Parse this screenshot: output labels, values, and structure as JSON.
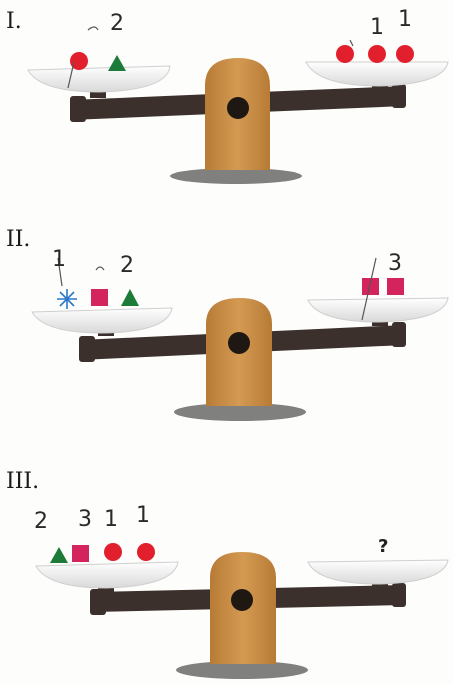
{
  "panels": [
    {
      "label": "I.",
      "left_annotations": [
        "2"
      ],
      "right_annotations": [
        "1",
        "1"
      ]
    },
    {
      "label": "II.",
      "left_annotations": [
        "1",
        "2"
      ],
      "right_annotations": [
        "3"
      ]
    },
    {
      "label": "III.",
      "left_annotations": [
        "2",
        "3",
        "1",
        "1"
      ],
      "right_annotations": [
        "?"
      ]
    }
  ],
  "colors": {
    "beam": "#3b302b",
    "fulcrum": "#c98b43",
    "fulcrum_shadow": "#5a5a5a",
    "pan": "#eeeeee",
    "circle": "#e2202d",
    "triangle": "#1d7b3a",
    "square": "#d4245d",
    "snowflake": "#2a78c8"
  },
  "icons": [
    "red-circle-icon",
    "green-triangle-icon",
    "pink-square-icon",
    "blue-snowflake-icon"
  ]
}
